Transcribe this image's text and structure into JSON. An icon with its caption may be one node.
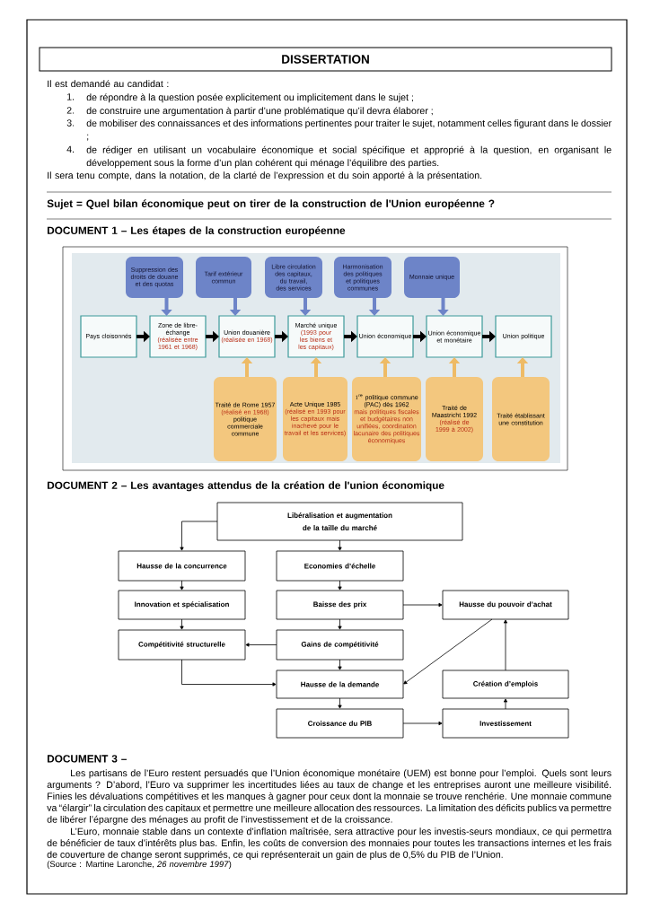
{
  "diagram": {
    "title": "DISSERTATION",
    "nodes": [
      {
        "text": [
          "Pays cloisonnés"
        ]
      },
      {
        "text": [
          "Zone de libre-échange",
          "(réalisée entre 1961 et 1968)"
        ]
      },
      {
        "text": [
          "Union douanière",
          "(réalisée en 1968)"
        ]
      },
      {
        "text": [
          "Marché unique",
          "(1993 pour les biens et les capitaux)"
        ]
      },
      {
        "text": [
          "Union économique"
        ]
      },
      {
        "text": [
          "Union économique et monétaire"
        ]
      },
      {
        "text": [
          "Union politique"
        ]
      },
      {
        "text": [
          "Suppression des droits de douane et des quotas"
        ]
      },
      {
        "text": [
          "Tarif extérieur commun"
        ]
      },
      {
        "text": [
          "Libre circulation des capitaux, du travail, des services"
        ]
      },
      {
        "text": [
          "Harmonisation des politiques et politiques communes"
        ]
      },
      {
        "text": [
          "Monnaie unique"
        ]
      },
      {
        "text": [
          "Traité de Rome 1957",
          "(réalisé en 1968)",
          "politique commerciale commune"
        ]
      },
      {
        "text": [
          "Acte Unique 1985",
          "(réalisé en 1993 pour les capitaux mais inachevé pour le travail et les services)"
        ]
      },
      {
        "text": [
          "1^{\\mathrm{re}}",
          "politique commune (PAC) dès 1962",
          "mais politiques fiscales et budgétaires non unifiées, coordination lacunaire des politiques économiques"
        ]
      },
      {
        "text": [
          "Traité de Maastricht 1992",
          "(réalisé de 1999 à 2002)"
        ]
      },
      {
        "text": [
          "Traité établissant une constitution"
        ]
      },
      {
        "text": [
          "Libéralisation et augmentation de la taille du marché"
        ]
      },
      {
        "text": [
          "Hausse de la concurrence"
        ]
      },
      {
        "text": [
          "Economies d’échelle"
        ]
      },
      {
        "text": [
          "Innovation et spécialisation"
        ]
      },
      {
        "text": [
          "Baisse des prix"
        ]
      },
      {
        "text": [
          "Hausse du pouvoir d’achat"
        ]
      },
      {
        "text": [
          "Compétitivité structurelle"
        ]
      },
      {
        "text": [
          "Gains de compétitivité"
        ]
      },
      {
        "text": [
          "Hausse de la demande"
        ]
      },
      {
        "text": [
          "Création d’emplois"
        ]
      },
      {
        "text": [
          "Croissance du PIB"
        ]
      },
      {
        "text": [
          "Investissement"
        ]
      }
    ],
    "edges": [
      {
        "from": 0,
        "to": 1,
        "arrow": "to"
      },
      {
        "from": 1,
        "to": 2,
        "arrow": "to"
      },
      {
        "from": 2,
        "to": 3,
        "arrow": "to"
      },
      {
        "from": 3,
        "to": 4,
        "arrow": "to"
      },
      {
        "from": 4,
        "to": 5,
        "arrow": "to"
      },
      {
        "from": 5,
        "to": 6,
        "arrow": "to"
      },
      {
        "from": 7,
        "to": 1,
        "arrow": "to",
        "color": "#6d84c8"
      },
      {
        "from": 8,
        "to": 2,
        "arrow": "to",
        "color": "#6d84c8"
      },
      {
        "from": 9,
        "to": 3,
        "arrow": "to",
        "color": "#6d84c8"
      },
      {
        "from": 10,
        "to": 4,
        "arrow": "to",
        "color": "#6d84c8"
      },
      {
        "from": 11,
        "to": 5,
        "arrow": "to",
        "color": "#6d84c8"
      },
      {
        "from": 12,
        "to": 2,
        "arrow": "to",
        "color": "#eebb66"
      },
      {
        "from": 13,
        "to": 3,
        "arrow": "to",
        "color": "#eebb66"
      },
      {
        "from": 14,
        "to": 4,
        "arrow": "to",
        "color": "#eebb66"
      },
      {
        "from": 15,
        "to": 5,
        "arrow": "to",
        "color": "#eebb66"
      },
      {
        "from": 16,
        "to": 6,
        "arrow": "to",
        "color": "#eebb66"
      },
      {
        "from": 17,
        "to": 18,
        "arrow": "to"
      },
      {
        "from": 17,
        "to": 19,
        "arrow": "to"
      },
      {
        "from": 18,
        "to": 20,
        "arrow": "to"
      },
      {
        "from": 20,
        "to": 23,
        "arrow": "to"
      },
      {
        "from": 19,
        "to": 21,
        "arrow": "to"
      },
      {
        "from": 21,
        "to": 22,
        "arrow": "to"
      },
      {
        "from": 21,
        "to": 24,
        "arrow": "to"
      },
      {
        "from": 24,
        "to": 23,
        "arrow": "to"
      },
      {
        "from": 24,
        "to": 25,
        "arrow": "to"
      },
      {
        "from": 23,
        "to": 25,
        "arrow": "to"
      },
      {
        "from": 22,
        "to": 25,
        "arrow": "to"
      },
      {
        "from": 25,
        "to": 27,
        "arrow": "to"
      },
      {
        "from": 27,
        "to": 28,
        "arrow": "to"
      },
      {
        "from": 28,
        "to": 26,
        "arrow": "to"
      },
      {
        "from": 26,
        "to": 22,
        "arrow": "to"
      }
    ],
    "labels": [
      "Il est demandé au candidat :",
      "1.",
      "de répondre à la question posée explicitement ou implicitement dans le sujet ;",
      "2.",
      "de construire une argumentation à partir d’une problématique qu’il devra élaborer ;",
      "3.",
      "de mobiliser des connaissances et des informations pertinentes pour traiter le sujet, notamment celles figurant dans le dossier ;",
      "4.",
      "de rédiger en utilisant un vocabulaire économique et social spécifique et approprié à la question, en organisant le développement sous la forme d’un plan cohérent qui ménage l’équilibre des parties.",
      "Il sera tenu compte, dans la notation, de la clarté de l’expression et du soin apporté à la présentation.",
      "Sujet = Quel bilan économique peut on tirer de la construction de l'Union européenne ?",
      "DOCUMENT 1 – Les étapes de la construction européenne",
      "DOCUMENT 2 – Les avantages attendus de la création de l'union économique",
      "DOCUMENT 3 –",
      "Les partisans de l’Euro restent persuadés que l’Union économique monétaire (UEM) est bonne pour l’emploi. Quels sont leurs arguments ? D’abord, l’Euro va supprimer les incertitudes liées au taux de change et les entreprises auront une meilleure visibilité. Finies les dévaluations compétitives et les manques à gagner pour ceux dont la monnaie se trouve renchérie. Une monnaie commune va “élargir” la circulation des capitaux et permettre une meilleure allocation des ressources. La limitation des déficits publics va permettre de libérer l’épargne des ménages au profit de l’investissement et de la croissance.",
      "L’Euro, monnaie stable dans un contexte d’inflation maîtrisée, sera attractive pour les investis-seurs mondiaux, ce qui permettra de bénéficier de taux d’intérêts plus bas. Enfin, les coûts de conversion des monnaies pour toutes les transactions internes et les frais de couverture de change seront supprimés, ce qui représenterait un gain de plus de 0,5% du PIB de l’Union.",
      "(Source : Martine Laronche, *26 novembre 1997*)"
    ]
  }
}
